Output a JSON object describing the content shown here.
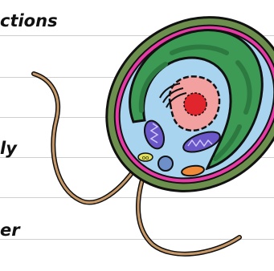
{
  "notebook": {
    "text_lines": [
      {
        "id": "line-1",
        "text": "ctions"
      },
      {
        "id": "line-2",
        "text": "ly"
      },
      {
        "id": "line-3",
        "text": "er"
      }
    ]
  },
  "colors": {
    "paper": "#ffffff",
    "rule": "#cfcfcf",
    "cell_wall": "#6c8f4e",
    "membrane": "#e63aa4",
    "cytoplasm": "#a9d4f0",
    "chloroplast": "#3d9a55",
    "chloroplast_thylakoid": "#2c7a40",
    "nucleus": "#f2a0a0",
    "nucleolus": "#e0262c",
    "mitochondria": "#6a58c8",
    "golgi": "#6a58c8",
    "vacuole": "#6f8fc9",
    "ribosome_blob": "#e2e05a",
    "orange_organelle": "#ee8a3a",
    "flagellum": "#c99a68",
    "outline": "#111111"
  }
}
